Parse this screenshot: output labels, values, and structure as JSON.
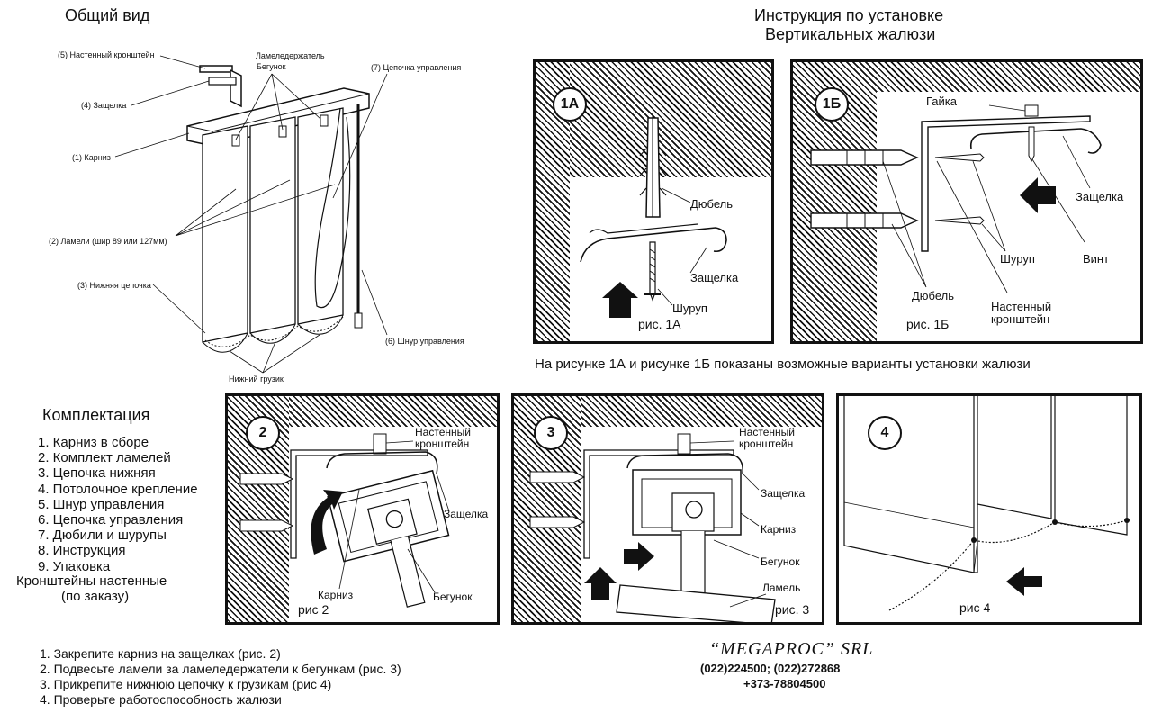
{
  "overview": {
    "title": "Общий вид",
    "labels": {
      "bracket": "(5) Настенный кронштейн",
      "clip": "(4) Защелка",
      "rail": "(1) Карниз",
      "slats": "(2) Ламели (шир 89 или 127мм)",
      "bottom_chain": "(3) Нижняя цепочка",
      "holder": "Ламеледержатель",
      "runner": "Бегунок",
      "control_chain": "(7) Цепочка управления",
      "control_cord": "(6) Шнур управления",
      "weight": "Нижний грузик"
    }
  },
  "instructions": {
    "title_line1": "Инструкция по установке",
    "title_line2": "Вертикальных жалюзи",
    "note": "На рисунке 1А и рисунке 1Б показаны возможные варианты установки жалюзи"
  },
  "panels": {
    "p1a": {
      "badge": "1А",
      "caption": "рис. 1А",
      "labels": {
        "dowel": "Дюбель",
        "clip": "Защелка",
        "screw": "Шуруп"
      }
    },
    "p1b": {
      "badge": "1Б",
      "caption": "рис. 1Б",
      "labels": {
        "nut": "Гайка",
        "clip": "Защелка",
        "screw": "Шуруп",
        "bolt": "Винт",
        "dowel": "Дюбель",
        "bracket_l1": "Настенный",
        "bracket_l2": "кронштейн"
      }
    },
    "p2": {
      "badge": "2",
      "caption": "рис 2",
      "labels": {
        "bracket_l1": "Настенный",
        "bracket_l2": "кронштейн",
        "clip": "Защелка",
        "rail": "Карниз",
        "runner": "Бегунок"
      }
    },
    "p3": {
      "badge": "3",
      "caption": "рис. 3",
      "labels": {
        "bracket_l1": "Настенный",
        "bracket_l2": "кронштейн",
        "clip": "Защелка",
        "rail": "Карниз",
        "runner": "Бегунок",
        "slat": "Ламель"
      }
    },
    "p4": {
      "badge": "4",
      "caption": "рис 4"
    }
  },
  "kit": {
    "title": "Комплектация",
    "items": [
      "1. Карниз в сборе",
      "2. Комплект ламелей",
      "3. Цепочка нижняя",
      "4. Потолочное крепление",
      "5. Шнур управления",
      "6. Цепочка управления",
      "7. Дюбили и шурупы",
      "8. Инструкция",
      "9. Упаковка"
    ],
    "extra_line1": "Кронштейны настенные",
    "extra_line2": "(по заказу)"
  },
  "steps": [
    "1. Закрепите карниз на защелках (рис. 2)",
    "2. Подвесьте ламели за ламеледержатели к бегункам (рис. 3)",
    "3. Прикрепите нижнюю цепочку к грузикам (рис 4)",
    "4. Проверьте работоспособность жалюзи"
  ],
  "company": {
    "name": "“MEGAPROC” SRL",
    "phone1": "(022)224500; (022)272868",
    "phone2": "+373-78804500"
  }
}
